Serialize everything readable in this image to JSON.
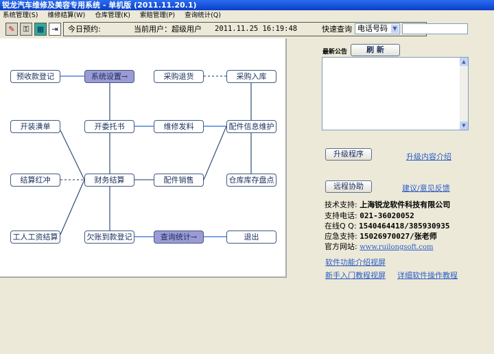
{
  "window": {
    "title": "锐龙汽车维修及美容专用系统 - 单机版 (2011.11.20.1)"
  },
  "menu": [
    "系统管理(S)",
    "维修结算(W)",
    "仓库管理(K)",
    "索赔管理(P)",
    "查询统计(Q)"
  ],
  "toolbar": {
    "appointment_label": "今日预约:",
    "current_user": "当前用户：超级用户",
    "datetime": "2011.11.25 16:19:48",
    "quick_search_label": "快速查询",
    "search_type": "电话号码",
    "search_value": ""
  },
  "flow": {
    "advance_payment": "预收款登记",
    "system_settings": "系统设置→",
    "purchase_return": "采购退货",
    "purchase_in": "采购入库",
    "decoration_list": "开装潢单",
    "work_order": "开委托书",
    "repair_issue": "维修发料",
    "parts_info": "配件信息维护",
    "settlement_reverse": "结算红冲",
    "finance": "财务结算",
    "parts_sales": "配件销售",
    "inventory_check": "仓库库存盘点",
    "wages": "工人工资结算",
    "arrears": "欠账到款登记",
    "query_stats": "查询统计→",
    "exit": "退出"
  },
  "notice": {
    "label": "最新公告",
    "refresh": "刷  新"
  },
  "actions": {
    "upgrade": "升级程序",
    "upgrade_intro": "升级内容介绍",
    "remote": "远程协助",
    "feedback": "建议/意见反馈"
  },
  "support": {
    "tech_label": "技术支持:",
    "tech": "上海锐龙软件科技有限公司",
    "phone_label": "支持电话:",
    "phone": "021-36020052",
    "qq_label": "在线Q Q:",
    "qq": "1540464418/385930935",
    "emergency_label": "应急支持:",
    "emergency": "15026970027/张老师",
    "site_label": "官方网站:",
    "site": "www.ruilongsoft.com"
  },
  "videos": {
    "features": "软件功能介绍视屏",
    "beginner": "新手入门教程视屏",
    "manual": "详细软件操作教程"
  }
}
